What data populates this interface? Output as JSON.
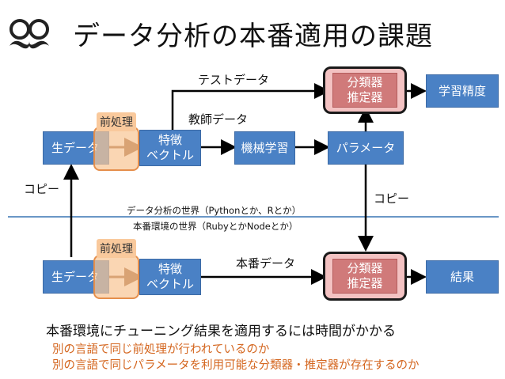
{
  "title": "データ分析の本番適用の課題",
  "logo": {
    "icon": "mustache-glasses-logo"
  },
  "top": {
    "raw": "生データ",
    "preprocess": "前処理",
    "feature_line1": "特徴",
    "feature_line2": "ベクトル",
    "ml": "機械学習",
    "params": "パラメータ",
    "clf_line1": "分類器",
    "clf_line2": "推定器",
    "accuracy": "学習精度",
    "test_data": "テストデータ",
    "teacher_data": "教師データ"
  },
  "middle": {
    "copy_left": "コピー",
    "copy_right": "コピー",
    "world_analysis": "データ分析の世界（Pythonとか、Rとか）",
    "world_prod": "本番環境の世界（RubyとかNodeとか）"
  },
  "bottom": {
    "raw": "生データ",
    "preprocess": "前処理",
    "feature_line1": "特徴",
    "feature_line2": "ベクトル",
    "prod_data": "本番データ",
    "clf_line1": "分類器",
    "clf_line2": "推定器",
    "result": "結果"
  },
  "notes": {
    "main": "本番環境にチューニング結果を適用するには時間がかかる",
    "sub1": "別の言語で同じ前処理が行われているのか",
    "sub2": "別の言語で同じパラメータを利用可能な分類器・推定器が存在するのか"
  },
  "colors": {
    "box_blue": "#4a81c5",
    "preprocess_orange": "#f8c696",
    "classifier_pink": "#d07a7a",
    "divider": "#6a97c6",
    "note_orange": "#d4661f"
  }
}
